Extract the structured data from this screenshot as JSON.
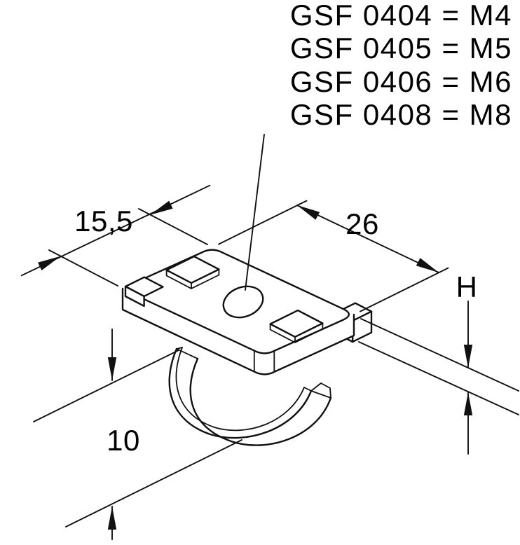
{
  "drawing": {
    "variants": [
      "GSF 0404 = M4",
      "GSF 0405 = M5",
      "GSF 0406 = M6",
      "GSF 0408 = M8"
    ],
    "dimensions": {
      "top_width": "15,5",
      "length": "26",
      "height": "H",
      "spring_height": "10"
    },
    "colors": {
      "line": "#111111",
      "background": "#ffffff"
    }
  }
}
